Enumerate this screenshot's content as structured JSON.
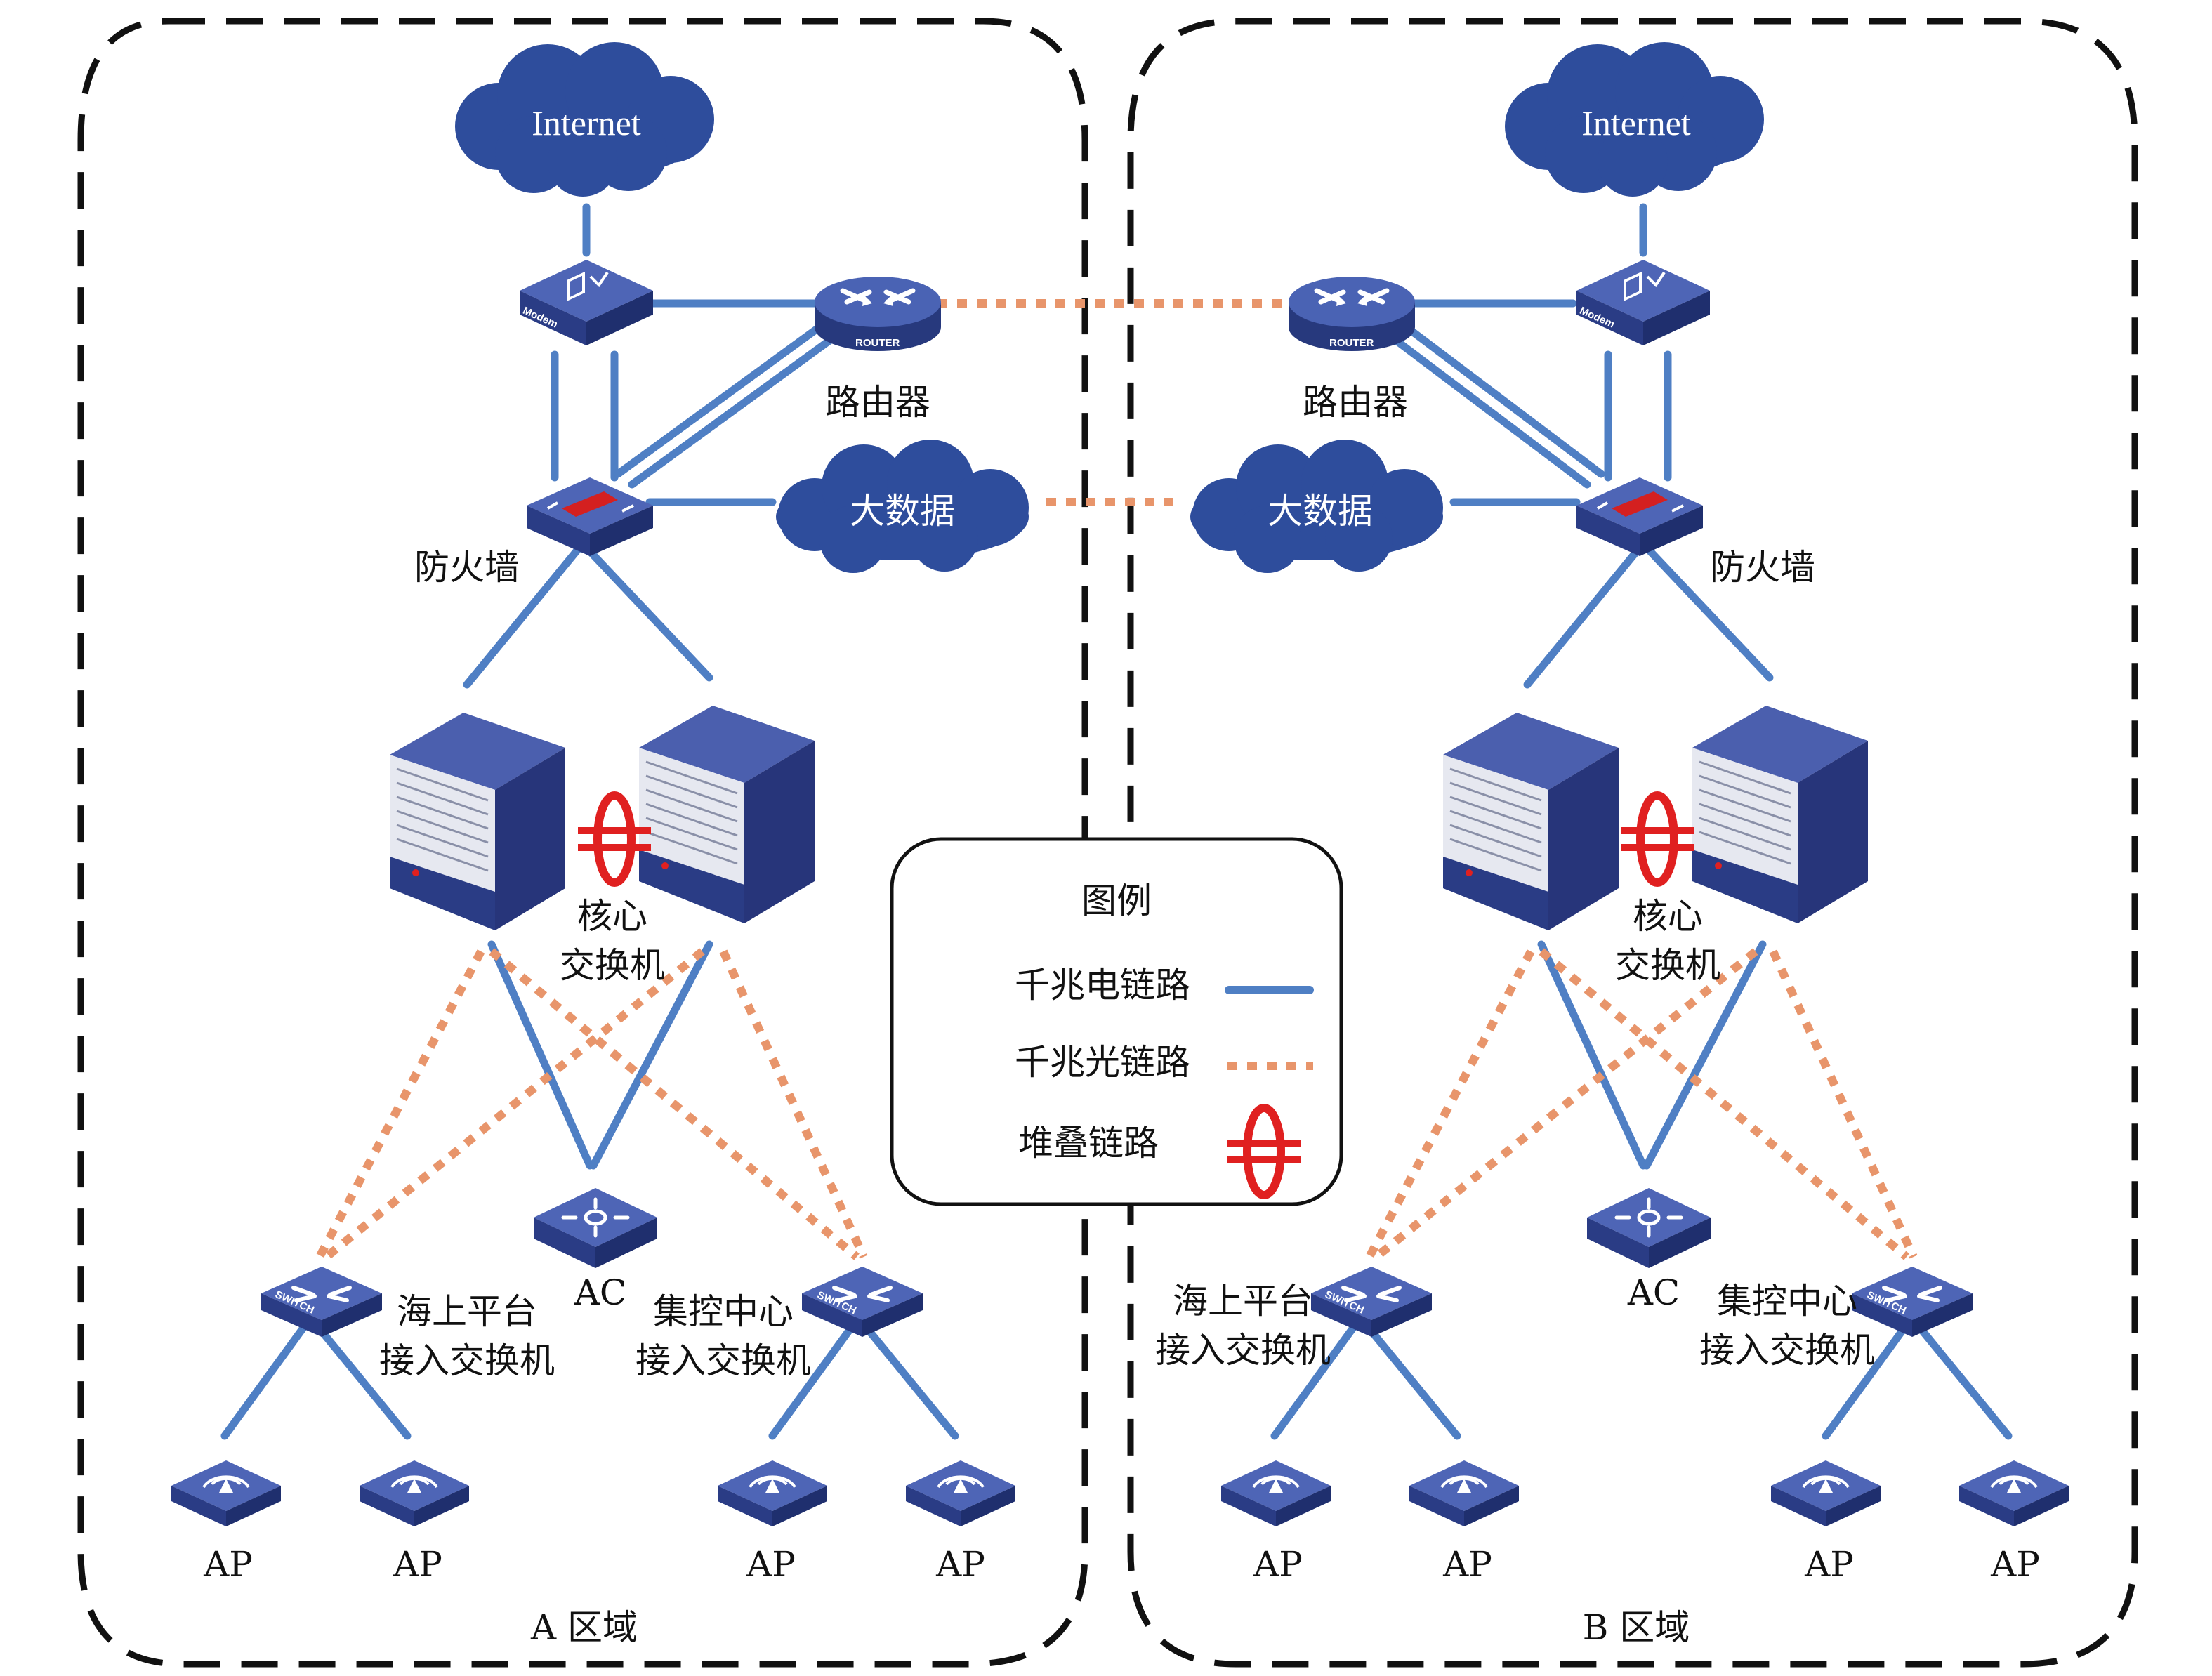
{
  "colors": {
    "electric_link": "#4f7fc4",
    "optical_link": "#e8956b",
    "stack_link": "#e02020",
    "device_blue": "#2f4a9a",
    "cloud_blue": "#2e4d9c",
    "zone_border": "#111111"
  },
  "zones": [
    {
      "id": "A",
      "zone_label": "A 区域",
      "internet_label": "Internet",
      "modem_tag": "Modem",
      "router_tag": "ROUTER",
      "router_label": "路由器",
      "bigdata_label": "大数据",
      "firewall_label": "防火墙",
      "core_label_1": "核心",
      "core_label_2": "交换机",
      "ac_label": "AC",
      "switch_tag": "SWITCH",
      "sea_switch_label_1": "海上平台",
      "sea_switch_label_2": "接入交换机",
      "center_switch_label_1": "集控中心",
      "center_switch_label_2": "接入交换机",
      "ap_labels": [
        "AP",
        "AP",
        "AP",
        "AP"
      ]
    },
    {
      "id": "B",
      "zone_label": "B 区域",
      "internet_label": "Internet",
      "modem_tag": "Modem",
      "router_tag": "ROUTER",
      "router_label": "路由器",
      "bigdata_label": "大数据",
      "firewall_label": "防火墙",
      "core_label_1": "核心",
      "core_label_2": "交换机",
      "ac_label": "AC",
      "switch_tag": "SWITCH",
      "sea_switch_label_1": "海上平台",
      "sea_switch_label_2": "接入交换机",
      "center_switch_label_1": "集控中心",
      "center_switch_label_2": "接入交换机",
      "ap_labels": [
        "AP",
        "AP",
        "AP",
        "AP"
      ]
    }
  ],
  "legend": {
    "title": "图例",
    "items": [
      {
        "label": "千兆电链路",
        "icon": "electric-link"
      },
      {
        "label": "千兆光链路",
        "icon": "optical-link"
      },
      {
        "label": "堆叠链路",
        "icon": "stack-link"
      }
    ]
  }
}
